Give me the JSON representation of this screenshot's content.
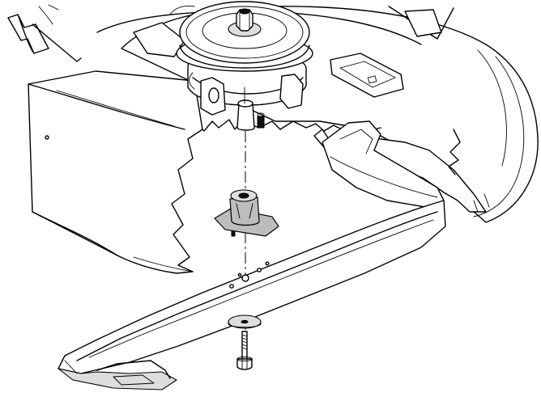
{
  "diagram": {
    "kind": "exploded-assembly-line-drawing",
    "parts": [
      "mower-deck-housing",
      "spindle-pulley",
      "spindle-nut",
      "spindle-shaft",
      "discharge-chute",
      "blade-adapter",
      "mower-blade",
      "washer",
      "blade-bolt"
    ],
    "ink_color": "#000000",
    "background_color": "#ffffff"
  }
}
